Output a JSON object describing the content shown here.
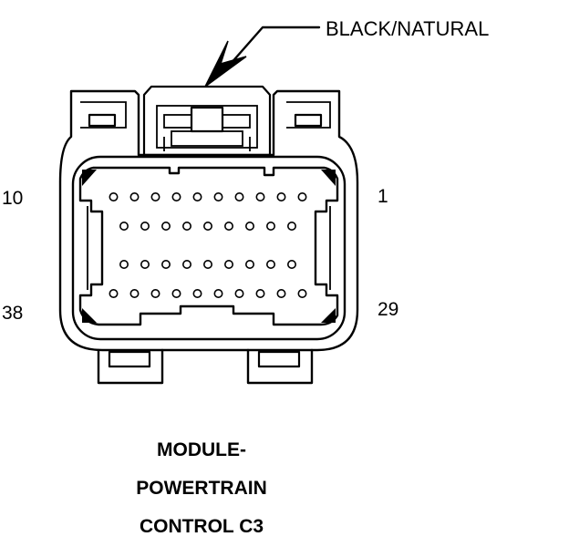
{
  "callout": {
    "label": "BLACK/NATURAL"
  },
  "pins": {
    "top_left": "10",
    "top_right": "1",
    "bottom_left": "38",
    "bottom_right": "29"
  },
  "caption": {
    "line1": "MODULE-",
    "line2": "POWERTRAIN",
    "line3": "CONTROL C3"
  },
  "cavity_rows": [
    10,
    9,
    9,
    10
  ]
}
